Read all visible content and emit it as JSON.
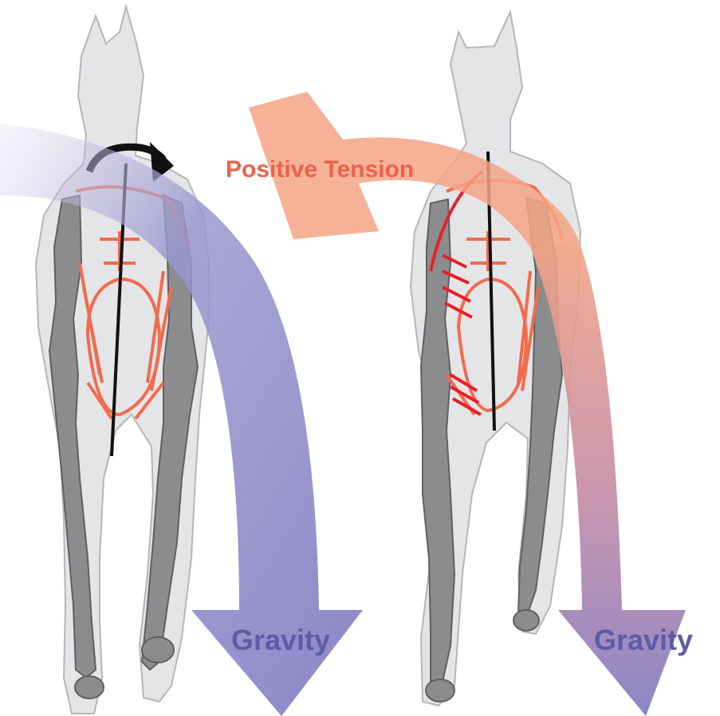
{
  "labels": {
    "gravity_left": "Gravity",
    "gravity_right": "Gravity",
    "positive_tension": "Positive Tension"
  },
  "colors": {
    "background": "#ffffff",
    "horse_body": "#e4e5e7",
    "horse_outline": "#b4b6b9",
    "bone": "#8b8c8e",
    "bone_outline": "#5f6062",
    "muscle": "#f26b4c",
    "muscle_active": "#e8202a",
    "gravity_arrow": "#8a86c7",
    "tension_arrow": "#f4a585",
    "tension_text": "#ef6049",
    "gravity_text": "#5d5aa6",
    "axis_line": "#111111"
  },
  "icons": {
    "rotation": "curved-arrow-clockwise-icon"
  }
}
